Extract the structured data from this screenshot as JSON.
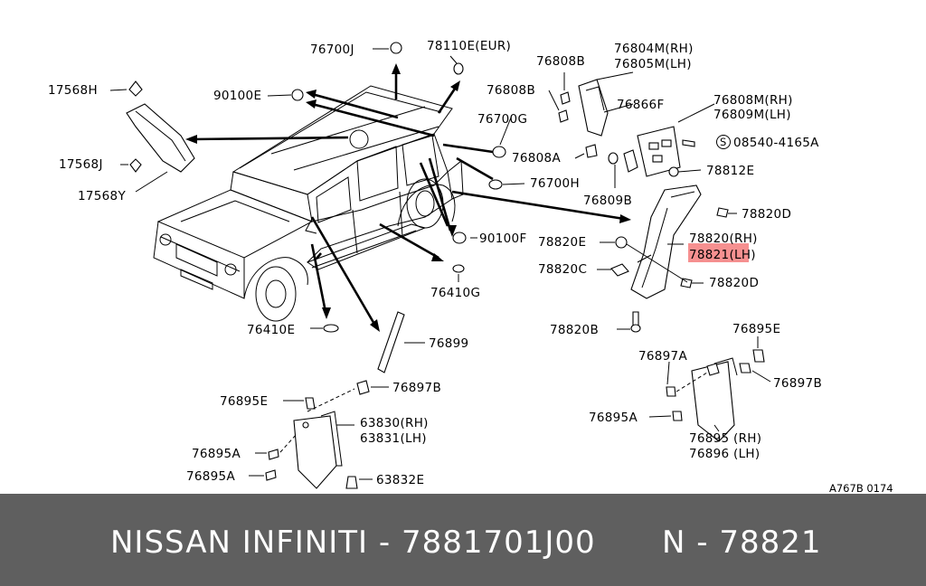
{
  "labels": {
    "p76700J": "76700J",
    "p78110E": "78110E(EUR)",
    "p17568H": "17568H",
    "p90100E": "90100E",
    "p17568J": "17568J",
    "p17568Y": "17568Y",
    "p76808B_1": "76808B",
    "p76808B_2": "76808B",
    "p76804M": "76804M(RH)",
    "p76805M": "76805M(LH)",
    "p76700G": "76700G",
    "p76866F": "76866F",
    "p76808M": "76808M(RH)",
    "p76809M": "76809M(LH)",
    "p08540": "08540-4165A",
    "p08540_symbol": "S",
    "p76808A": "76808A",
    "p76700H": "76700H",
    "p78812E": "78812E",
    "p76809B": "76809B",
    "p78820D_1": "78820D",
    "p90100F": "90100F",
    "p78820E": "78820E",
    "p78820RH": "78820(RH)",
    "p78821LH": "78821(LH)",
    "p78820C": "78820C",
    "p76410G": "76410G",
    "p78820D_2": "78820D",
    "p76410E": "76410E",
    "p78820B": "78820B",
    "p76899": "76899",
    "p76895E_r": "76895E",
    "p76897A": "76897A",
    "p76897B_l": "76897B",
    "p76897B_r": "76897B",
    "p76895E_l": "76895E",
    "p63830": "63830(RH)",
    "p63831": "63831(LH)",
    "p76895A_r": "76895A",
    "p76895A_1": "76895A",
    "p76895RH": "76895 (RH)",
    "p76896LH": "76896 (LH)",
    "p76895A_2": "76895A",
    "p63832E": "63832E",
    "ref_code": "A767B 0174"
  },
  "highlight": {
    "label": "78821",
    "color": "#f47c7c"
  },
  "footer": {
    "left": "NISSAN  INFINITI - 7881701J00",
    "right": "N - 78821",
    "background": "#5f5f5f",
    "text_color": "#ffffff"
  }
}
